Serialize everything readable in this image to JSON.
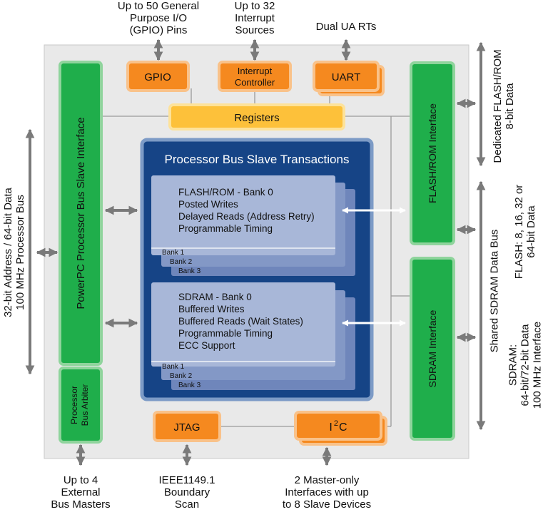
{
  "labels": {
    "gpio_top": [
      "Up to 50 General",
      "Purpose I/O",
      "(GPIO) Pins"
    ],
    "interrupt_top": [
      "Up to 32",
      "Interrupt",
      "Sources"
    ],
    "uart_top": [
      "Dual UA RTs"
    ],
    "left_side": [
      "32-bit Address / 64-bit Data",
      "100 MHz Processor Bus"
    ],
    "right_flash_dedicated": [
      "Dedicated FLASH/ROM",
      "8-bit Data"
    ],
    "right_shared": [
      "Shared SDRAM Data Bus"
    ],
    "right_flash_width": [
      "FLASH: 8, 16, 32 or",
      "64-bit Data"
    ],
    "right_sdram": [
      "SDRAM:",
      "64-bit/72-bit Data",
      "100 MHz Interface"
    ],
    "bottom_masters": [
      "Up to 4",
      "External",
      "Bus Masters"
    ],
    "bottom_jtag": [
      "IEEE1149.1",
      "Boundary",
      "Scan"
    ],
    "bottom_i2c": [
      "2 Master-only",
      "Interfaces with up",
      "to 8 Slave Devices"
    ]
  },
  "blocks": {
    "gpio": "GPIO",
    "interrupt": [
      "Interrupt",
      "Controller"
    ],
    "uart": "UART",
    "registers": "Registers",
    "ppc_slave": "PowerPC Processor Bus Slave Interface",
    "arbiter": [
      "Processor",
      "Bus Arbiter"
    ],
    "flash_if": "FLASH/ROM Interface",
    "sdram_if": "SDRAM Interface",
    "jtag": "JTAG",
    "i2c_base": "I",
    "i2c_sup": "2",
    "i2c_tail": "C"
  },
  "transactions": {
    "title": "Processor Bus Slave Transactions",
    "flash_lines": [
      "FLASH/ROM - Bank 0",
      "Posted Writes",
      "Delayed Reads (Address Retry)",
      "Programmable Timing"
    ],
    "flash_banks": [
      "Bank 1",
      "Bank 2",
      "Bank 3"
    ],
    "sdram_lines": [
      "SDRAM - Bank 0",
      "Buffered Writes",
      "Buffered Reads (Wait States)",
      "Programmable Timing",
      "ECC Support"
    ],
    "sdram_banks": [
      "Bank 1",
      "Bank 2",
      "Bank 3"
    ]
  },
  "colors": {
    "green": "#1fae4b",
    "green_border": "#8fd49c",
    "orange": "#f5891f",
    "orange_border": "#f9c28a",
    "yellow": "#fdc13a",
    "navy": "#164486",
    "navy_border": "#7d9bc6",
    "card": "#a8b7d8",
    "panel": "#e9e9e9",
    "arrow": "#7a7a7a"
  }
}
